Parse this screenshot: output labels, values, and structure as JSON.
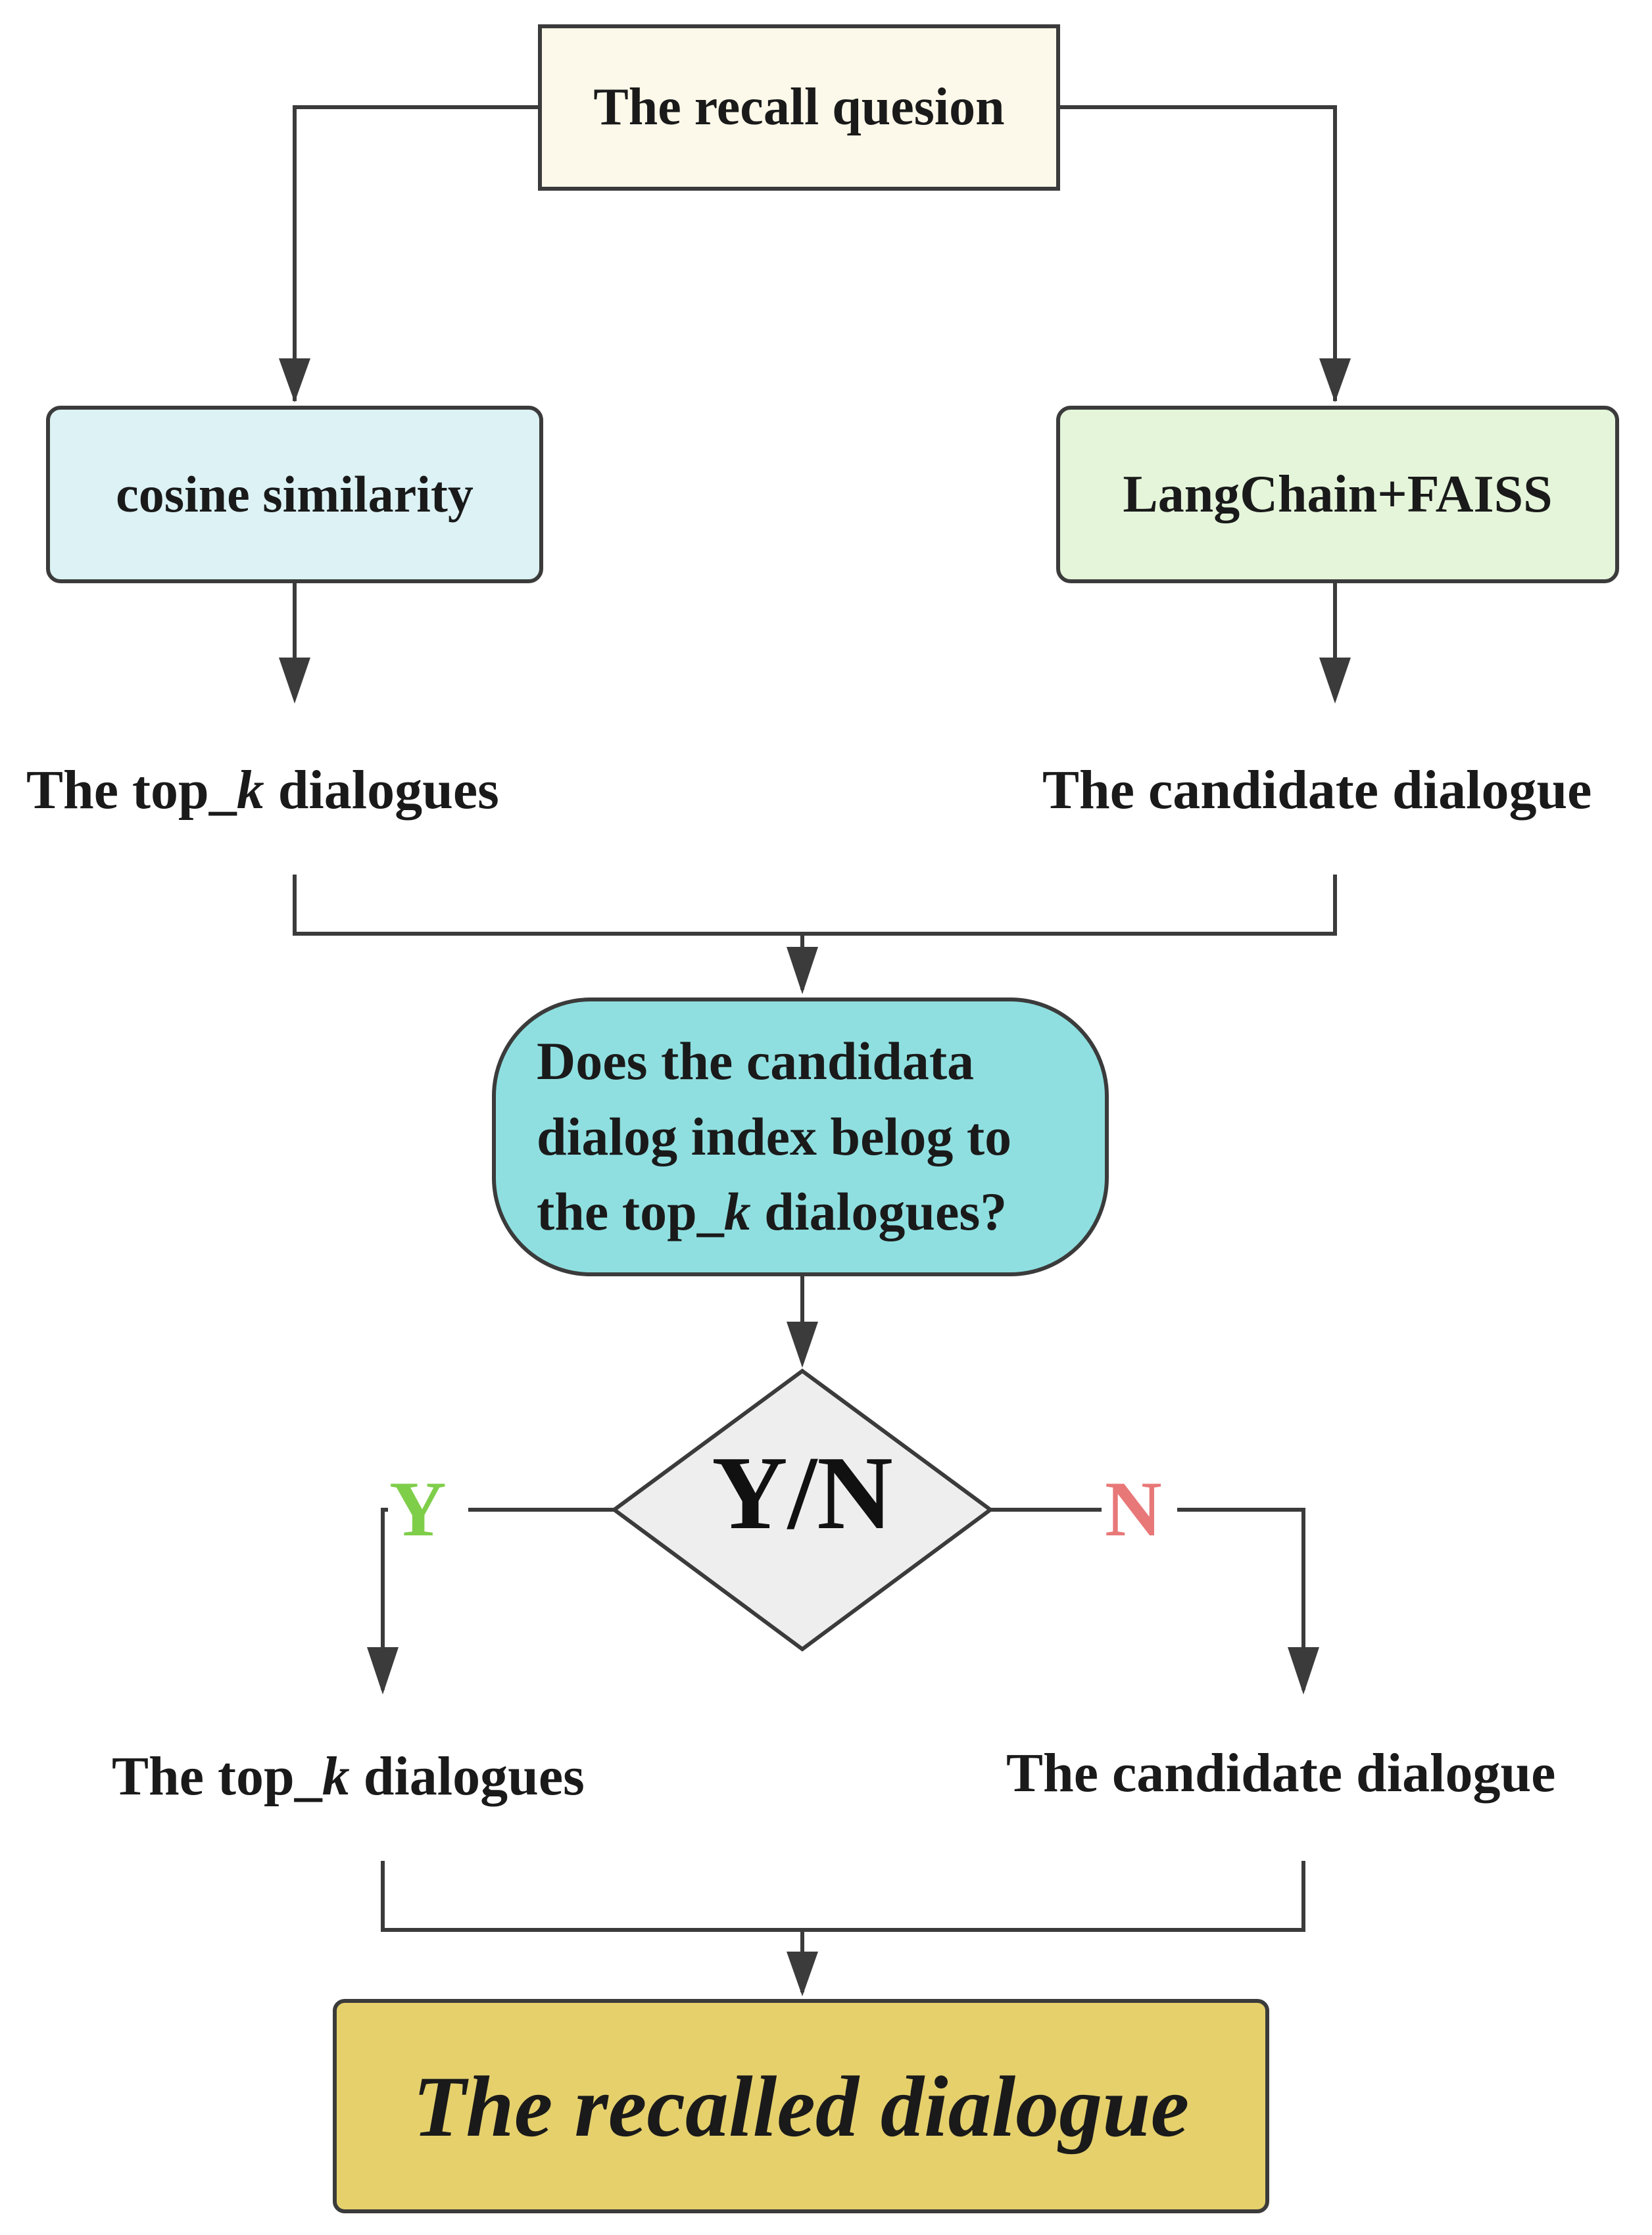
{
  "nodes": {
    "question": "The recall quesion",
    "cosine": "cosine similarity",
    "langchain": "LangChain+FAISS",
    "topk_1": {
      "prefix": "The top_",
      "k": "k",
      "suffix": " dialogues"
    },
    "candidate_1": "The candidate dialogue",
    "decision_question": {
      "line1": "Does the candidata",
      "line2": "dialog index belog to",
      "line3_prefix": "the top_",
      "line3_k": "k",
      "line3_suffix": " dialogues?"
    },
    "yn": "Y/N",
    "yes": "Y",
    "no": "N",
    "topk_2": {
      "prefix": "The top_",
      "k": "k",
      "suffix": " dialogues"
    },
    "candidate_2": "The candidate dialogue",
    "result": "The recalled dialogue"
  },
  "colors": {
    "question_fill": "#fdf9ea",
    "cosine_fill": "#dcf2f4",
    "langchain_fill": "#e4f5da",
    "decision_fill": "#8fdfe0",
    "diamond_fill": "#eeeeee",
    "result_fill": "#e5d06c",
    "yes": "#7fce4a",
    "no": "#e87878",
    "line": "#3b3b3b"
  }
}
